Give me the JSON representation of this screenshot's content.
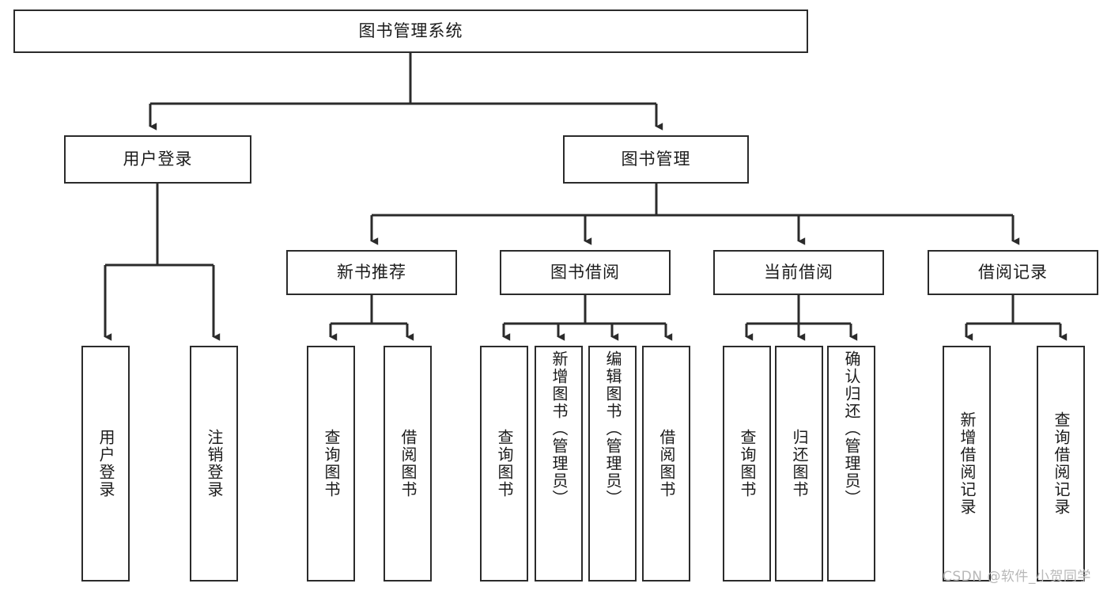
{
  "diagram": {
    "type": "hierarchy-tree",
    "title": "图书管理系统",
    "root": {
      "id": "root",
      "label": "图书管理系统"
    },
    "level2": [
      {
        "id": "user-login",
        "label": "用户登录"
      },
      {
        "id": "book-manage",
        "label": "图书管理"
      }
    ],
    "level3": [
      {
        "id": "new-book-recommend",
        "label": "新书推荐",
        "parent": "book-manage"
      },
      {
        "id": "book-borrow",
        "label": "图书借阅",
        "parent": "book-manage"
      },
      {
        "id": "current-borrow",
        "label": "当前借阅",
        "parent": "book-manage"
      },
      {
        "id": "borrow-record",
        "label": "借阅记录",
        "parent": "book-manage"
      }
    ],
    "leaves": [
      {
        "id": "leaf-user-login",
        "label": "用户登录",
        "parent": "user-login",
        "align": "mid"
      },
      {
        "id": "leaf-user-logout",
        "label": "注销登录",
        "parent": "user-login",
        "align": "mid"
      },
      {
        "id": "leaf-query-book-1",
        "label": "查询图书",
        "parent": "new-book-recommend",
        "align": "mid"
      },
      {
        "id": "leaf-borrow-book-1",
        "label": "借阅图书",
        "parent": "new-book-recommend",
        "align": "mid"
      },
      {
        "id": "leaf-query-book-2",
        "label": "查询图书",
        "parent": "book-borrow",
        "align": "mid"
      },
      {
        "id": "leaf-add-book",
        "label": "新增图书（管理员）",
        "parent": "book-borrow",
        "align": "top"
      },
      {
        "id": "leaf-edit-book",
        "label": "编辑图书（管理员）",
        "parent": "book-borrow",
        "align": "top"
      },
      {
        "id": "leaf-borrow-book-2",
        "label": "借阅图书",
        "parent": "book-borrow",
        "align": "mid"
      },
      {
        "id": "leaf-query-book-3",
        "label": "查询图书",
        "parent": "current-borrow",
        "align": "mid"
      },
      {
        "id": "leaf-return-book",
        "label": "归还图书",
        "parent": "current-borrow",
        "align": "mid"
      },
      {
        "id": "leaf-confirm-return",
        "label": "确认归还（管理员）",
        "parent": "current-borrow",
        "align": "top"
      },
      {
        "id": "leaf-add-record",
        "label": "新增借阅记录",
        "parent": "borrow-record",
        "align": "mid"
      },
      {
        "id": "leaf-query-record",
        "label": "查询借阅记录",
        "parent": "borrow-record",
        "align": "mid"
      }
    ],
    "colors": {
      "stroke": "#2b2b2b",
      "fill": "#ffffff",
      "text": "#1b1b1b",
      "watermark": "#b8b8b8"
    }
  },
  "watermark": {
    "text": "CSDN @软件_小贺同学"
  }
}
